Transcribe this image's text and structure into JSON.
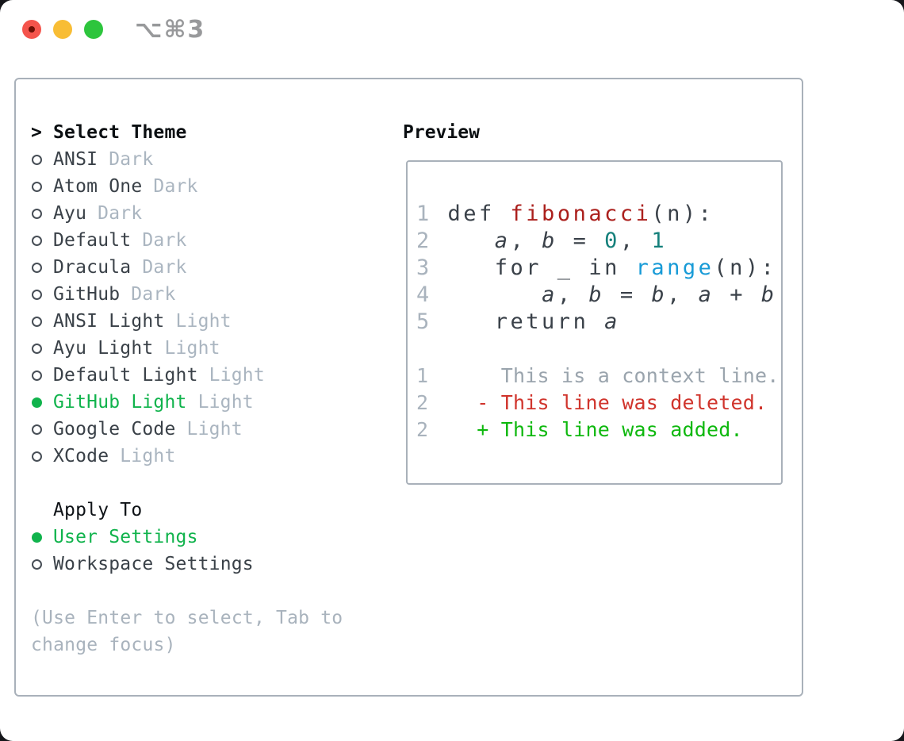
{
  "window": {
    "title": "⌥⌘3",
    "traffic_lights": [
      {
        "name": "close",
        "color": "#f4544c"
      },
      {
        "name": "minimize",
        "color": "#f8bd35"
      },
      {
        "name": "zoom",
        "color": "#2dc53d"
      }
    ]
  },
  "colors": {
    "accent_green": "#10b34c",
    "diff_added_green": "#0eb80e",
    "diff_deleted_red": "#d0342c",
    "function_red": "#ab1f1c",
    "builtin_blue": "#189bd7",
    "number_teal": "#15807b",
    "muted_gray": "#aab5c0",
    "text_dark": "#3a4148",
    "border_gray": "#a9b1ba"
  },
  "theme_menu": {
    "cursor": ">",
    "title": "Select Theme",
    "items": [
      {
        "label": "ANSI",
        "variant": "Dark",
        "selected": false
      },
      {
        "label": "Atom One",
        "variant": "Dark",
        "selected": false
      },
      {
        "label": "Ayu",
        "variant": "Dark",
        "selected": false
      },
      {
        "label": "Default",
        "variant": "Dark",
        "selected": false
      },
      {
        "label": "Dracula",
        "variant": "Dark",
        "selected": false
      },
      {
        "label": "GitHub",
        "variant": "Dark",
        "selected": false
      },
      {
        "label": "ANSI Light",
        "variant": "Light",
        "selected": false
      },
      {
        "label": "Ayu Light",
        "variant": "Light",
        "selected": false
      },
      {
        "label": "Default Light",
        "variant": "Light",
        "selected": false
      },
      {
        "label": "GitHub Light",
        "variant": "Light",
        "selected": true
      },
      {
        "label": "Google Code",
        "variant": "Light",
        "selected": false
      },
      {
        "label": "XCode",
        "variant": "Light",
        "selected": false
      }
    ]
  },
  "apply_to": {
    "title": "Apply To",
    "options": [
      {
        "label": "User Settings",
        "selected": true
      },
      {
        "label": "Workspace Settings",
        "selected": false
      }
    ]
  },
  "hint_lines": [
    "(Use Enter to select, Tab to",
    "change focus)"
  ],
  "preview": {
    "title": "Preview",
    "lines": [
      {
        "type": "code",
        "tokens": [
          {
            "t": "1",
            "c": "ln"
          },
          {
            "t": " def ",
            "c": "pl"
          },
          {
            "t": "fibonacci",
            "c": "fn"
          },
          {
            "t": "(n):",
            "c": "pl"
          }
        ]
      },
      {
        "type": "code",
        "tokens": [
          {
            "t": "2",
            "c": "ln"
          },
          {
            "t": "    ",
            "c": "pl"
          },
          {
            "t": "a",
            "c": "vr"
          },
          {
            "t": ", ",
            "c": "pl"
          },
          {
            "t": "b",
            "c": "vr"
          },
          {
            "t": " = ",
            "c": "pl"
          },
          {
            "t": "0",
            "c": "nm"
          },
          {
            "t": ", ",
            "c": "pl"
          },
          {
            "t": "1",
            "c": "nm"
          }
        ]
      },
      {
        "type": "code",
        "tokens": [
          {
            "t": "3",
            "c": "ln"
          },
          {
            "t": "    for _ in ",
            "c": "pl"
          },
          {
            "t": "range",
            "c": "bi"
          },
          {
            "t": "(n):",
            "c": "pl"
          }
        ]
      },
      {
        "type": "code",
        "tokens": [
          {
            "t": "4",
            "c": "ln"
          },
          {
            "t": "       ",
            "c": "pl"
          },
          {
            "t": "a",
            "c": "vr"
          },
          {
            "t": ", ",
            "c": "pl"
          },
          {
            "t": "b",
            "c": "vr"
          },
          {
            "t": " = ",
            "c": "pl"
          },
          {
            "t": "b",
            "c": "vr"
          },
          {
            "t": ", ",
            "c": "pl"
          },
          {
            "t": "a",
            "c": "vr"
          },
          {
            "t": " + ",
            "c": "pl"
          },
          {
            "t": "b",
            "c": "vr"
          }
        ]
      },
      {
        "type": "code",
        "tokens": [
          {
            "t": "5",
            "c": "ln"
          },
          {
            "t": "    return ",
            "c": "pl"
          },
          {
            "t": "a",
            "c": "vr"
          }
        ]
      },
      {
        "type": "blank",
        "tokens": []
      },
      {
        "type": "diff",
        "tokens": [
          {
            "t": "1",
            "c": "ln"
          },
          {
            "t": "      ",
            "c": "pl"
          },
          {
            "t": "This is a context line.",
            "c": "ctx"
          }
        ]
      },
      {
        "type": "diff",
        "tokens": [
          {
            "t": "2",
            "c": "ln"
          },
          {
            "t": "    ",
            "c": "pl"
          },
          {
            "t": "- This line was deleted.",
            "c": "del"
          }
        ]
      },
      {
        "type": "diff",
        "tokens": [
          {
            "t": "2",
            "c": "ln"
          },
          {
            "t": "    ",
            "c": "pl"
          },
          {
            "t": "+ This line was added.",
            "c": "add"
          }
        ]
      }
    ]
  }
}
